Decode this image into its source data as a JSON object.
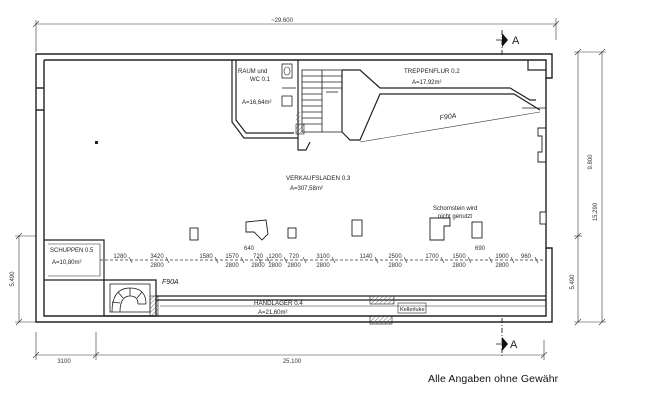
{
  "dimensions": {
    "top_total": "~29.600",
    "bottom_left": "3100",
    "bottom_main": "25.100",
    "right_upper": "9.800",
    "right_total": "15.290",
    "right_lower": "5.490",
    "left_lower": "5.490"
  },
  "section_marks": {
    "top": "A",
    "bottom": "A"
  },
  "rooms": {
    "raum_wc": {
      "line1": "RAUM und",
      "line2": "WC 0.1",
      "area": "A=16,64m²"
    },
    "treppenflur": {
      "name": "TREPPENFLUR 0.2",
      "area": "A=17,92m²"
    },
    "verkaufsladen": {
      "name": "VERKAUFSLADEN 0.3",
      "area": "A=307,58m²"
    },
    "schuppen": {
      "name": "SCHUPPEN 0.5",
      "area": "A=10,80m²"
    },
    "handlager": {
      "name": "HANDLAGER 0.4",
      "area": "A=21,60m²"
    }
  },
  "notes": {
    "schornstein_1": "Schornstein wird",
    "schornstein_2": "nicht genutzt",
    "kellerluke": "Kellerluke",
    "f90a_upper": "F90A",
    "f90a_lower": "F90A"
  },
  "window_dims": [
    {
      "top": "1280",
      "bottom": ""
    },
    {
      "top": "3420",
      "bottom": "2800"
    },
    {
      "top": "1580",
      "bottom": ""
    },
    {
      "top": "1570",
      "bottom": "2800"
    },
    {
      "top": "640",
      "bottom": ""
    },
    {
      "top": "720",
      "bottom": "2800"
    },
    {
      "top": "1200",
      "bottom": "2800"
    },
    {
      "top": "720",
      "bottom": "2800"
    },
    {
      "top": "3100",
      "bottom": "2800"
    },
    {
      "top": "1140",
      "bottom": ""
    },
    {
      "top": "2500",
      "bottom": "2800"
    },
    {
      "top": "1700",
      "bottom": ""
    },
    {
      "top": "1500",
      "bottom": "2800"
    },
    {
      "top": "690",
      "bottom": ""
    },
    {
      "top": "1900",
      "bottom": "2800"
    },
    {
      "top": "960",
      "bottom": ""
    }
  ],
  "footer": {
    "disclaimer": "Alle Angaben ohne Gewähr"
  }
}
